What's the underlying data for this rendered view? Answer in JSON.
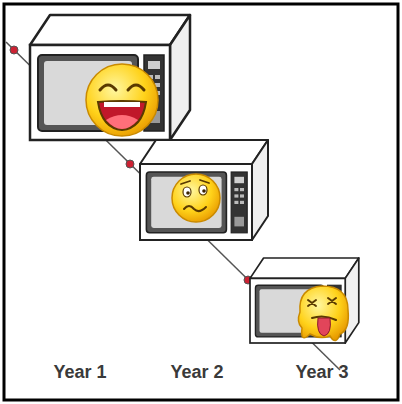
{
  "diagram": {
    "labels": [
      "Year 1",
      "Year 2",
      "Year 3"
    ]
  }
}
